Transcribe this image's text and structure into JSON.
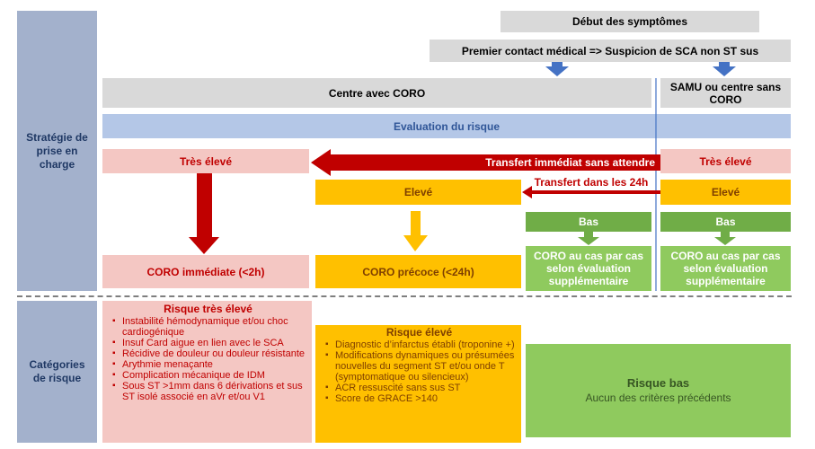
{
  "left_labels": {
    "strategy": "Stratégie de prise en charge",
    "categories": "Catégories de risque"
  },
  "top": {
    "symptoms": "Début des symptômes",
    "first_contact": "Premier contact médical => Suspicion de SCA non ST sus"
  },
  "centers": {
    "coro": "Centre avec CORO",
    "samu": "SAMU ou centre sans CORO"
  },
  "evaluation": "Evaluation du risque",
  "levels": {
    "tres_eleve": "Très élevé",
    "eleve": "Elevé",
    "bas": "Bas",
    "tres_eleve_right": "Très élevé",
    "eleve_right": "Elevé",
    "bas_right": "Bas"
  },
  "transfers": {
    "immediate": "Transfert immédiat sans attendre",
    "within_24h": "Transfert dans les 24h"
  },
  "outcomes": {
    "immediate": "CORO immédiate (<2h)",
    "early": "CORO précoce (<24h)",
    "case_by_case": "CORO au cas par cas selon évaluation supplémentaire",
    "case_by_case_right": "CORO au cas par cas selon évaluation supplémentaire"
  },
  "risk_very_high": {
    "title": "Risque très élevé",
    "items": [
      "Instabilité hémodynamique et/ou choc cardiogénique",
      "Insuf Card aigue en lien avec le SCA",
      "Récidive de douleur ou douleur résistante",
      "Arythmie menaçante",
      "Complication mécanique de IDM",
      "Sous ST >1mm dans 6 dérivations et sus ST isolé associé en aVr et/ou V1"
    ]
  },
  "risk_high": {
    "title": "Risque élevé",
    "items": [
      "Diagnostic d’infarctus établi (troponine +)",
      "Modifications dynamiques ou présumées nouvelles du segment ST et/ou onde T (symptomatique ou silencieux)",
      "ACR ressuscité sans sus ST",
      "Score de GRACE >140"
    ]
  },
  "risk_low": {
    "title": "Risque bas",
    "subtitle": "Aucun des critères précédents"
  },
  "colors": {
    "side": "#a3b1cc",
    "grey": "#d9d9d9",
    "blue": "#b4c7e7",
    "red": "#c00000",
    "pink": "#f4c7c3",
    "orange": "#ffc000",
    "green": "#70ad47",
    "arrow_blue": "#4472c4"
  }
}
